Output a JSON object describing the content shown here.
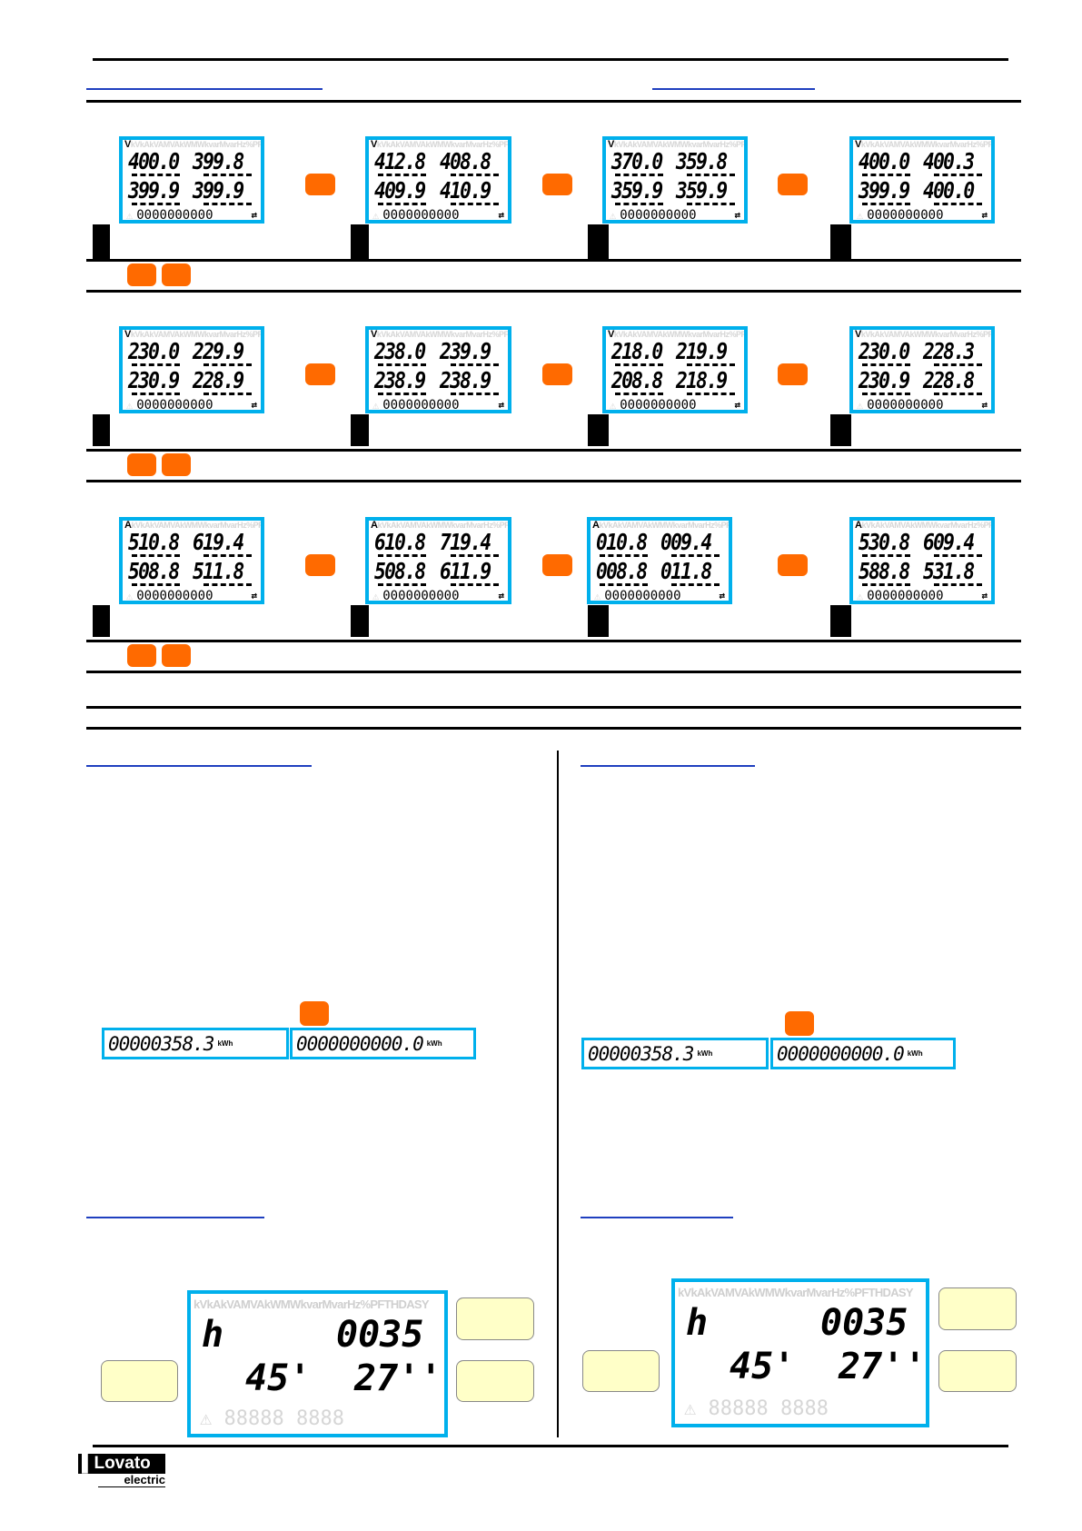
{
  "colors": {
    "lcd_border": "#00b0ec",
    "key": "#ff6a00",
    "callout": "#ffffc8"
  },
  "lcd_header": "kVkAkVAMVAkWMWkvarMvarHz%PFTHDASY",
  "lcd_bottom": "0000000000",
  "groups": [
    {
      "unit": "V",
      "screens": [
        [
          "400.0",
          "399.8",
          "399.9",
          "399.9"
        ],
        [
          "412.8",
          "408.8",
          "409.9",
          "410.9"
        ],
        [
          "370.0",
          "359.8",
          "359.9",
          "359.9"
        ],
        [
          "400.0",
          "400.3",
          "399.9",
          "400.0"
        ]
      ]
    },
    {
      "unit": "V",
      "screens": [
        [
          "230.0",
          "229.9",
          "230.9",
          "228.9"
        ],
        [
          "238.0",
          "239.9",
          "238.9",
          "238.9"
        ],
        [
          "218.0",
          "219.9",
          "208.8",
          "218.9"
        ],
        [
          "230.0",
          "228.3",
          "230.9",
          "228.8"
        ]
      ]
    },
    {
      "unit": "A",
      "screens": [
        [
          "510.8",
          "619.4",
          "508.8",
          "511.8"
        ],
        [
          "610.8",
          "719.4",
          "508.8",
          "611.9"
        ],
        [
          "010.8",
          "009.4",
          "008.8",
          "011.8"
        ],
        [
          "530.8",
          "609.4",
          "588.8",
          "531.8"
        ]
      ]
    }
  ],
  "energy": {
    "value": "00000358.3",
    "reset_value": "0000000000.0",
    "unit": "kWh"
  },
  "hour_counter": {
    "label": "h",
    "hours": "0035",
    "minutes": "45'",
    "seconds": "27''",
    "footer": "⚠ 88888 8888"
  },
  "logo": {
    "brand": "Lovato",
    "sub": "electric"
  }
}
